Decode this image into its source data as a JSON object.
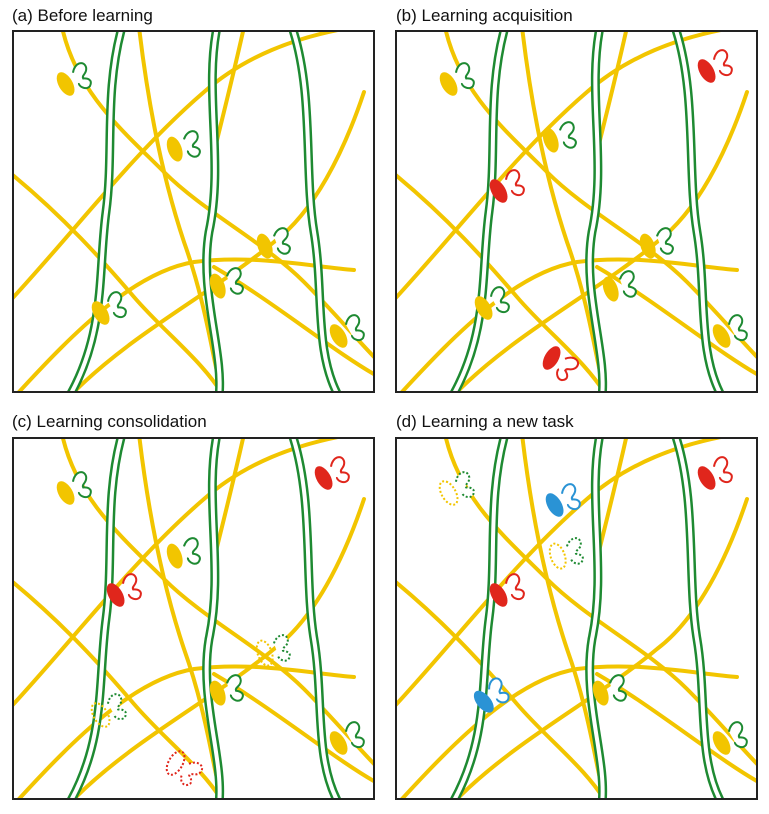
{
  "panels": [
    {
      "id": "a",
      "title": "(a) Before learning"
    },
    {
      "id": "b",
      "title": "(b) Learning acquisition"
    },
    {
      "id": "c",
      "title": "(c) Learning consolidation"
    },
    {
      "id": "d",
      "title": "(d) Learning a new task"
    }
  ],
  "colors": {
    "axon": "#f2c500",
    "dendrite": "#1e8a32",
    "potentiated": "#e0261c",
    "new_task": "#2a93d5",
    "frame": "#222222"
  }
}
